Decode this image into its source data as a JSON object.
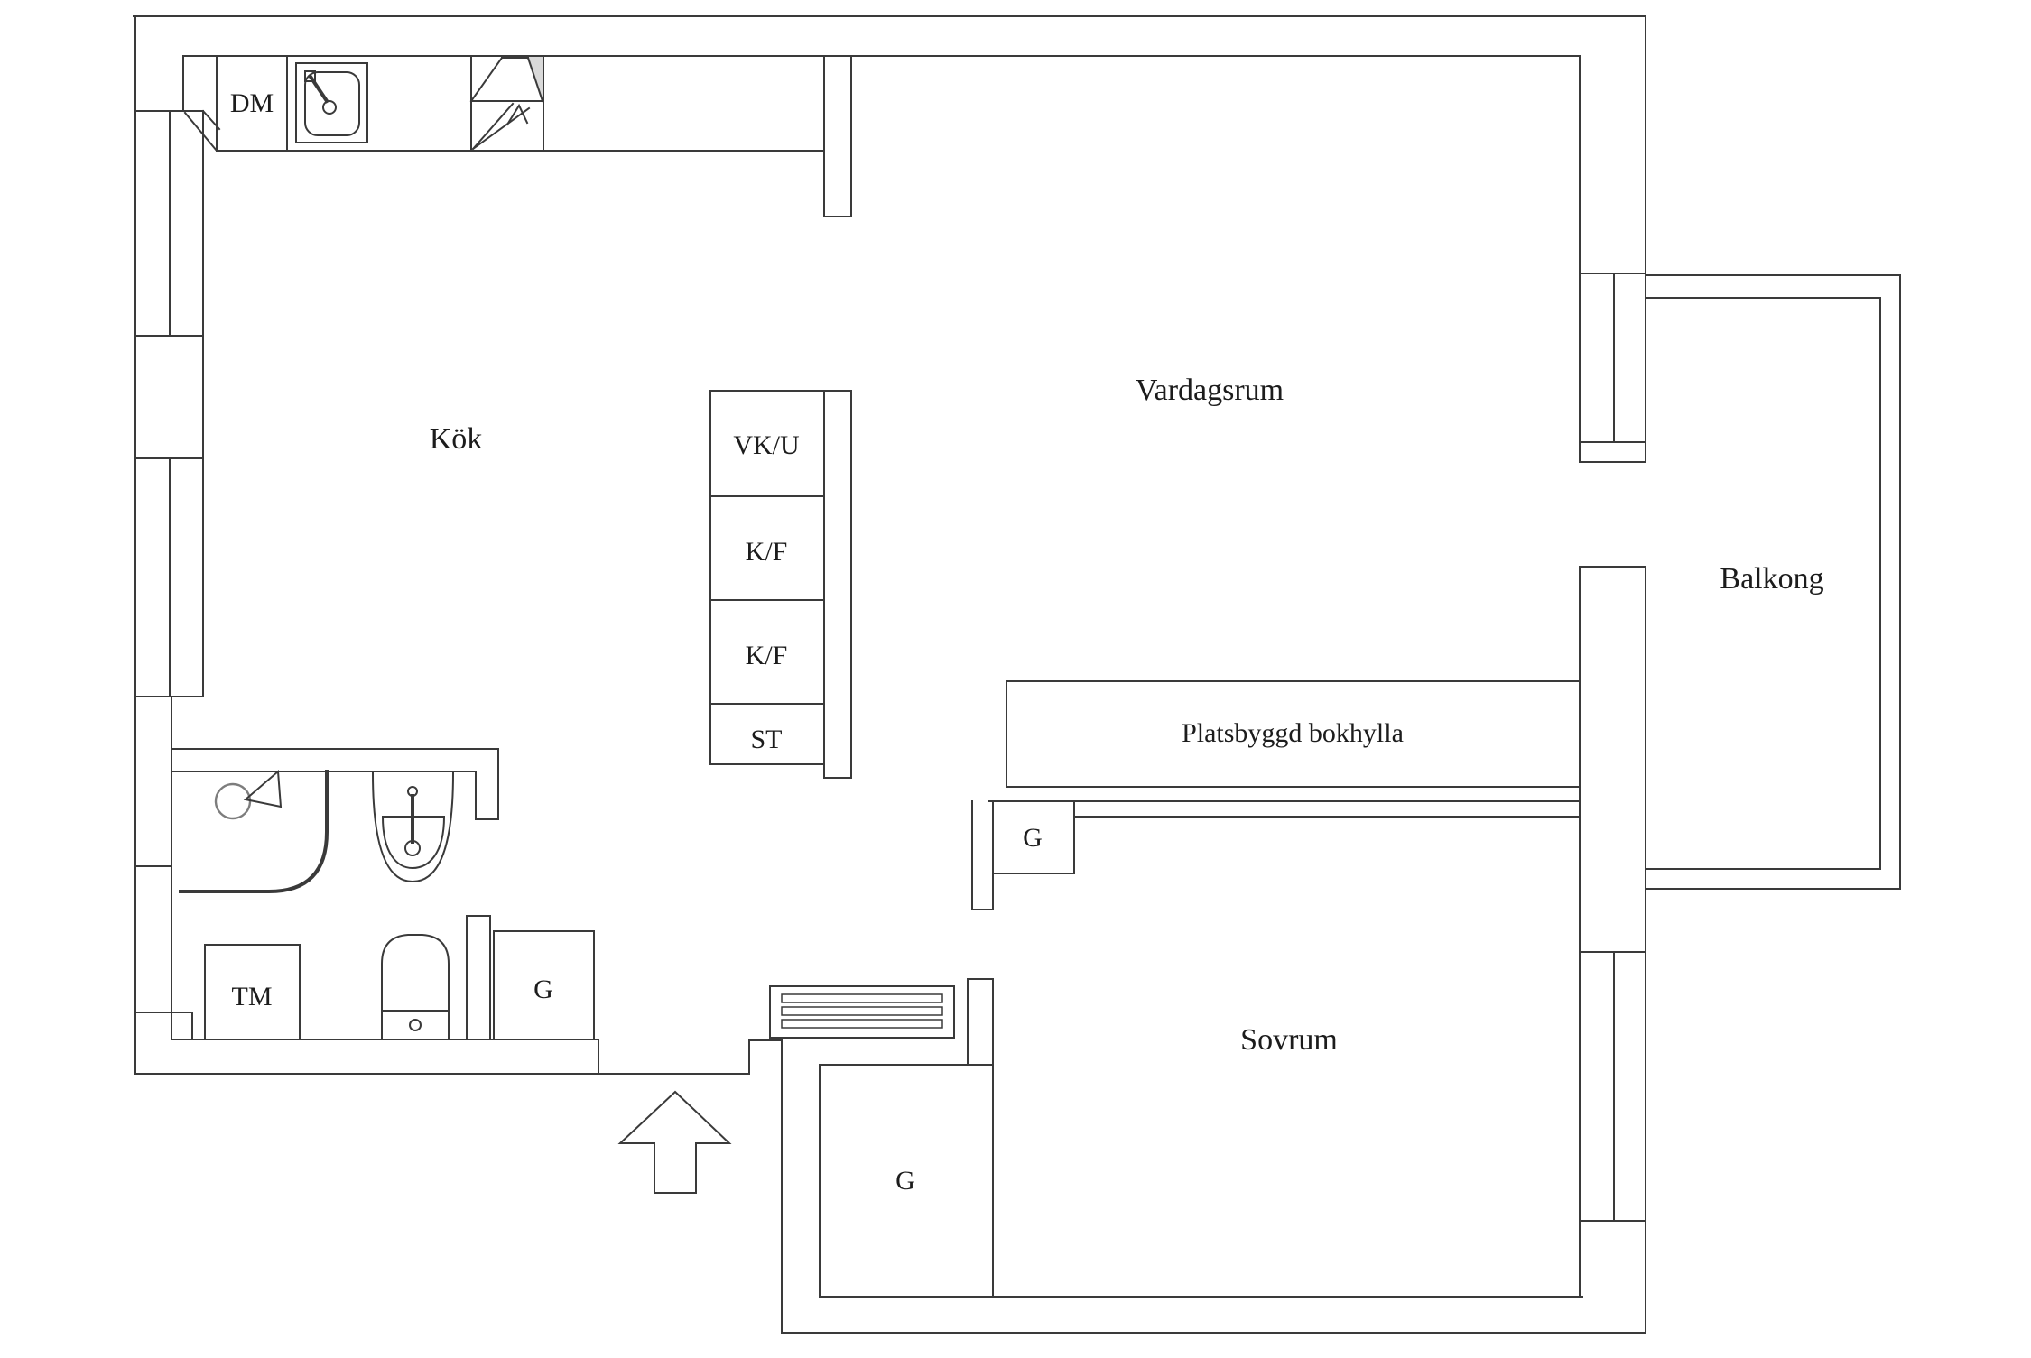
{
  "plan": {
    "rooms": {
      "kitchen": "Kök",
      "living_room": "Vardagsrum",
      "balcony": "Balkong",
      "bedroom": "Sovrum"
    },
    "features": {
      "bookshelf": "Platsbyggd bokhylla"
    },
    "fixtures": {
      "dishwasher": "DM",
      "washing_machine": "TM",
      "wardrobe_hall": "G",
      "wardrobe_bedroom_upper": "G",
      "wardrobe_bedroom_lower": "G",
      "closet_vku": "VK/U",
      "fridge_freezer_1": "K/F",
      "fridge_freezer_2": "K/F",
      "closet_st": "ST"
    },
    "colors": {
      "ink": "#3a3a3a",
      "hood_shade": "#d9d9d9",
      "background": "#ffffff"
    }
  }
}
